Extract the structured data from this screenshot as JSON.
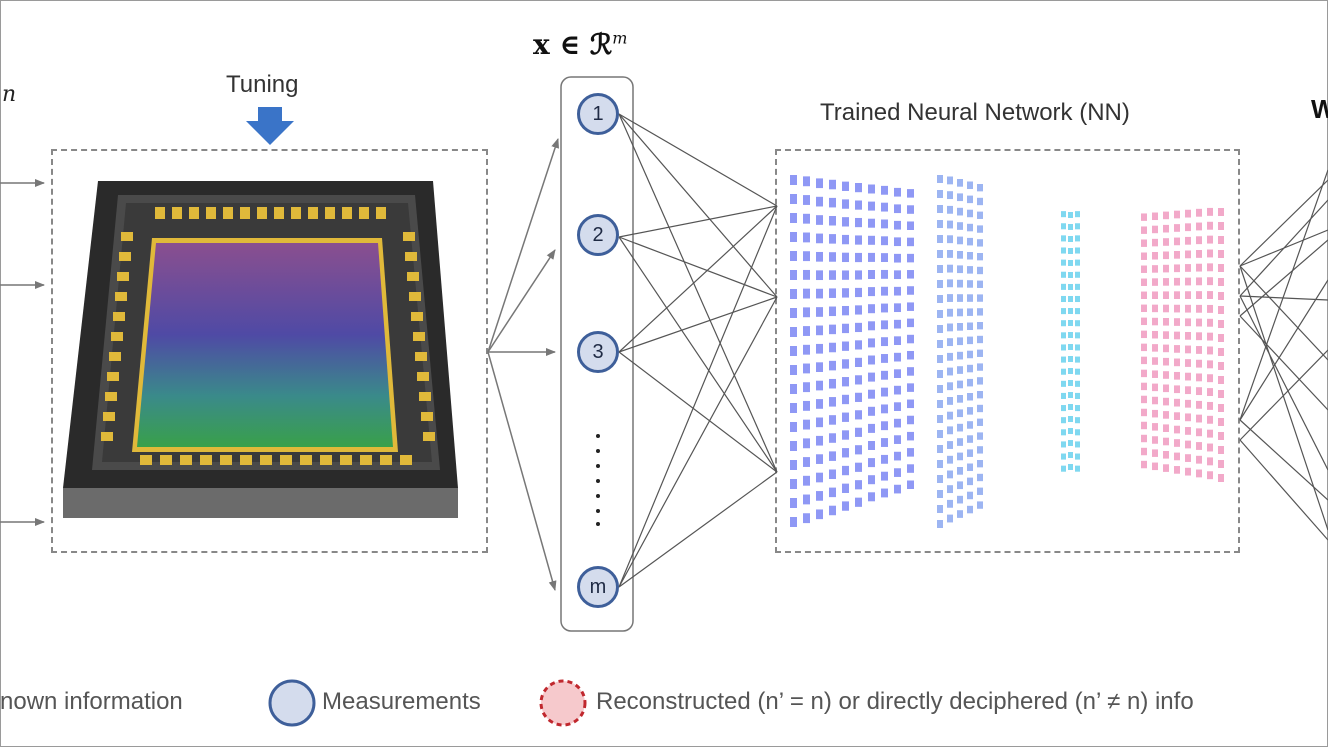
{
  "top_left_fragment": "n",
  "tuning_label": "Tuning",
  "vector_label": "x ∈ ℛ",
  "vector_superscript": "m",
  "nn_title": "Trained Neural Network (NN)",
  "right_fragment": "W",
  "nodes": [
    "1",
    "2",
    "3",
    "m"
  ],
  "legend": {
    "unknown": "nown information",
    "measurements": "Measurements",
    "reconstructed": "Reconstructed (n’ = n) or directly deciphered (n’ ≠ n) info"
  },
  "colors": {
    "node_fill": "#d4dced",
    "node_border": "#3e5f9a",
    "reconstructed_fill": "#f6c9cc",
    "reconstructed_border": "#c0282e",
    "tuning_arrow": "#3a74c8",
    "chip_pad": "#e0b93a",
    "nn_layer1": "#8f98f5",
    "nn_layer2": "#9db5f2",
    "nn_layer3": "#7fd8f0",
    "nn_layer4": "#f2a9c9"
  }
}
